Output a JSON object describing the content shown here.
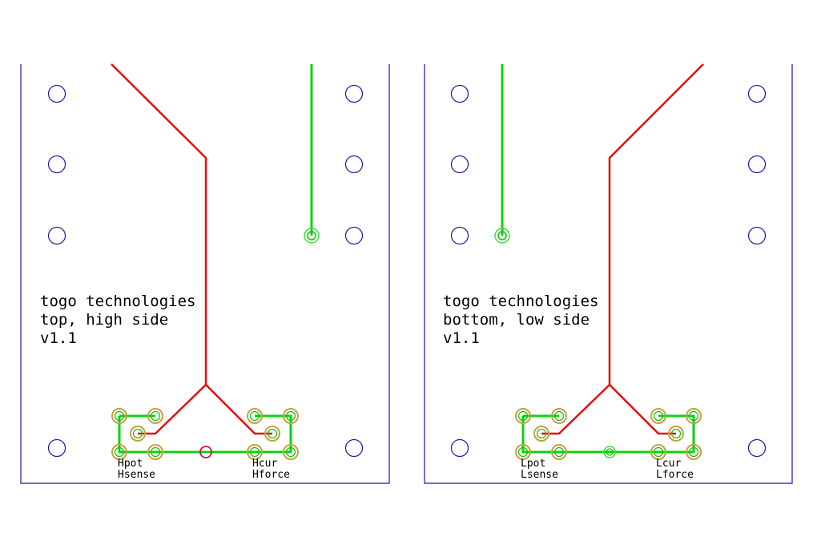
{
  "colors": {
    "outline": "#1a1aa6",
    "trace_red": "#e01010",
    "trace_green": "#10d010",
    "pad_ring": "#c8a040",
    "pad_inner": "#10c010",
    "via_red": "#d0105a",
    "via_green": "#40e040",
    "text": "#000000"
  },
  "boards": [
    {
      "id": "top",
      "title_lines": [
        "togo technologies",
        "top, high side",
        "v1.1"
      ],
      "labels": {
        "left_upper": "Hpot",
        "left_lower": "Hsense",
        "right_upper": "Hcur",
        "right_lower": "Hforce"
      }
    },
    {
      "id": "bottom",
      "title_lines": [
        "togo technologies",
        "bottom, low side",
        "v1.1"
      ],
      "labels": {
        "left_upper": "Lpot",
        "left_lower": "Lsense",
        "right_upper": "Lcur",
        "right_lower": "Lforce"
      }
    }
  ]
}
